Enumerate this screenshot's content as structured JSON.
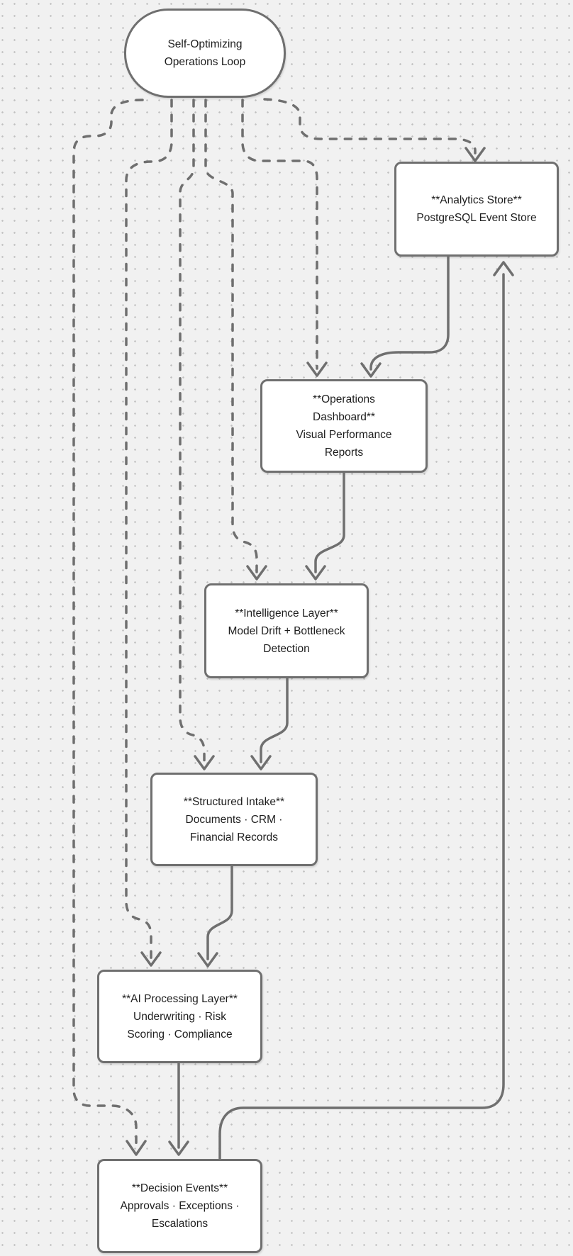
{
  "diagram": {
    "type": "flowchart",
    "colors": {
      "background": "#f1f1f1",
      "dots": "#c0c0c0",
      "stroke": "#6f6f6f",
      "text": "#1d1d1d",
      "node_fill": "#ffffff"
    },
    "nodes": [
      {
        "id": "loop",
        "shape": "stadium",
        "lines": [
          "Self-Optimizing",
          "Operations Loop"
        ]
      },
      {
        "id": "analytics",
        "shape": "rect",
        "lines": [
          "**Analytics Store**",
          "PostgreSQL Event Store"
        ]
      },
      {
        "id": "dashboard",
        "shape": "rect",
        "lines": [
          "**Operations",
          "Dashboard**",
          "Visual Performance",
          "Reports"
        ]
      },
      {
        "id": "intelligence",
        "shape": "rect",
        "lines": [
          "**Intelligence Layer**",
          "Model Drift + Bottleneck",
          "Detection"
        ]
      },
      {
        "id": "intake",
        "shape": "rect",
        "lines": [
          "**Structured Intake**",
          "Documents · CRM ·",
          "Financial Records"
        ]
      },
      {
        "id": "ai",
        "shape": "rect",
        "lines": [
          "**AI Processing Layer**",
          "Underwriting · Risk",
          "Scoring · Compliance"
        ]
      },
      {
        "id": "decision",
        "shape": "rect",
        "lines": [
          "**Decision Events**",
          "Approvals · Exceptions ·",
          "Escalations"
        ]
      }
    ],
    "edges": [
      {
        "from": "loop",
        "to": "analytics",
        "style": "dashed"
      },
      {
        "from": "loop",
        "to": "dashboard",
        "style": "dashed"
      },
      {
        "from": "loop",
        "to": "intelligence",
        "style": "dashed"
      },
      {
        "from": "loop",
        "to": "intake",
        "style": "dashed"
      },
      {
        "from": "loop",
        "to": "ai",
        "style": "dashed"
      },
      {
        "from": "loop",
        "to": "decision",
        "style": "dashed"
      },
      {
        "from": "analytics",
        "to": "dashboard",
        "style": "solid"
      },
      {
        "from": "dashboard",
        "to": "intelligence",
        "style": "solid"
      },
      {
        "from": "intelligence",
        "to": "intake",
        "style": "solid"
      },
      {
        "from": "intake",
        "to": "ai",
        "style": "solid"
      },
      {
        "from": "ai",
        "to": "decision",
        "style": "solid"
      },
      {
        "from": "decision",
        "to": "analytics",
        "style": "solid"
      }
    ]
  }
}
